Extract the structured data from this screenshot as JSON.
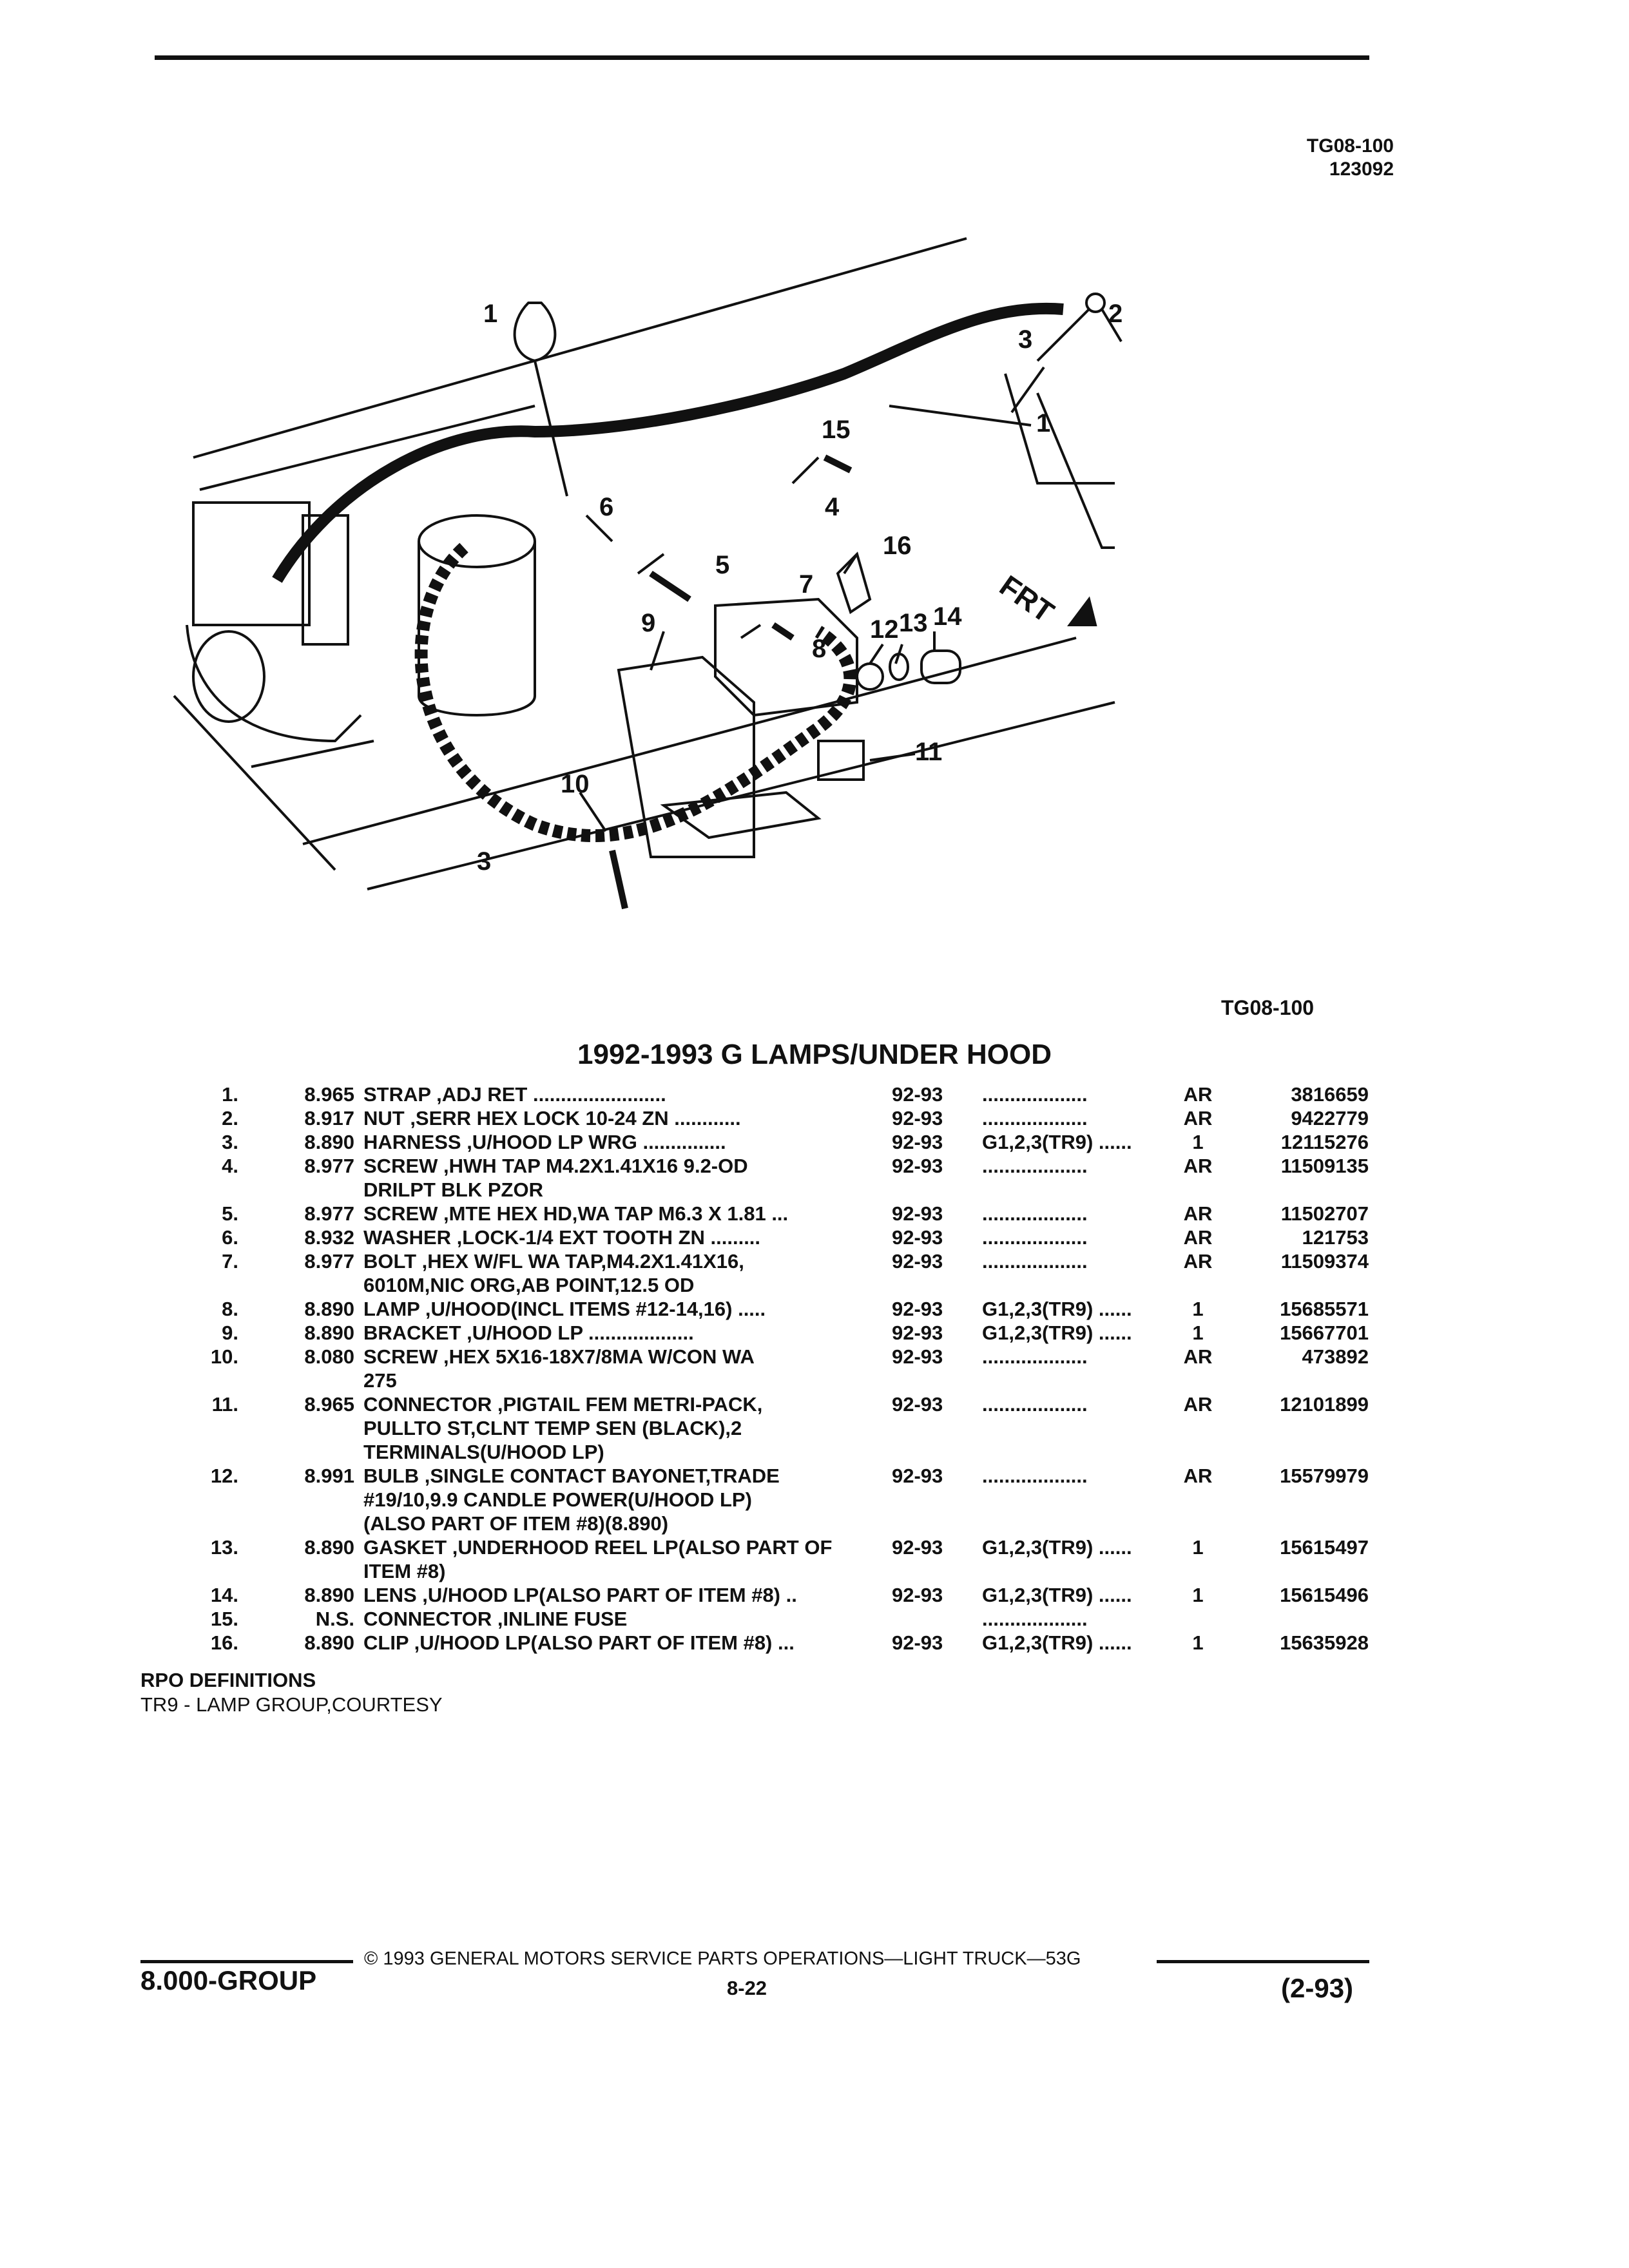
{
  "figure": {
    "code": "TG08-100",
    "date_code": "123092",
    "ref_label": "TG08-100",
    "direction_label": "FRT",
    "callouts": [
      "1",
      "1",
      "2",
      "3",
      "3",
      "4",
      "5",
      "6",
      "7",
      "8",
      "9",
      "10",
      "11",
      "12",
      "13",
      "14",
      "15",
      "16"
    ]
  },
  "title": "1992-1993 G LAMPS/UNDER HOOD",
  "parts": [
    {
      "num": "1.",
      "group": "8.965",
      "desc": "STRAP ,ADJ RET ........................",
      "years": "92-93",
      "models": "...................",
      "qty": "AR",
      "pn": "3816659"
    },
    {
      "num": "2.",
      "group": "8.917",
      "desc": "NUT ,SERR HEX LOCK 10-24 ZN ............",
      "years": "92-93",
      "models": "...................",
      "qty": "AR",
      "pn": "9422779"
    },
    {
      "num": "3.",
      "group": "8.890",
      "desc": "HARNESS ,U/HOOD LP WRG ...............",
      "years": "92-93",
      "models": "G1,2,3(TR9) ......",
      "qty": "1",
      "pn": "12115276"
    },
    {
      "num": "4.",
      "group": "8.977",
      "desc": "SCREW ,HWH TAP M4.2X1.41X16 9.2-OD\nDRILPT BLK PZOR",
      "years": "92-93",
      "models": "...................",
      "qty": "AR",
      "pn": "11509135"
    },
    {
      "num": "5.",
      "group": "8.977",
      "desc": "SCREW ,MTE HEX HD,WA TAP M6.3 X 1.81 ...",
      "years": "92-93",
      "models": "...................",
      "qty": "AR",
      "pn": "11502707"
    },
    {
      "num": "6.",
      "group": "8.932",
      "desc": "WASHER ,LOCK-1/4 EXT TOOTH ZN .........",
      "years": "92-93",
      "models": "...................",
      "qty": "AR",
      "pn": "121753"
    },
    {
      "num": "7.",
      "group": "8.977",
      "desc": "BOLT ,HEX W/FL WA TAP,M4.2X1.41X16,\n6010M,NIC ORG,AB POINT,12.5 OD",
      "years": "92-93",
      "models": "...................",
      "qty": "AR",
      "pn": "11509374"
    },
    {
      "num": "8.",
      "group": "8.890",
      "desc": "LAMP ,U/HOOD(INCL ITEMS #12-14,16) .....",
      "years": "92-93",
      "models": "G1,2,3(TR9) ......",
      "qty": "1",
      "pn": "15685571"
    },
    {
      "num": "9.",
      "group": "8.890",
      "desc": "BRACKET ,U/HOOD LP ...................",
      "years": "92-93",
      "models": "G1,2,3(TR9) ......",
      "qty": "1",
      "pn": "15667701"
    },
    {
      "num": "10.",
      "group": "8.080",
      "desc": "SCREW ,HEX 5X16-18X7/8MA W/CON WA\n275",
      "years": "92-93",
      "models": "...................",
      "qty": "AR",
      "pn": "473892"
    },
    {
      "num": "11.",
      "group": "8.965",
      "desc": "CONNECTOR ,PIGTAIL FEM METRI-PACK,\nPULLTO ST,CLNT TEMP SEN (BLACK),2\nTERMINALS(U/HOOD LP)",
      "years": "92-93",
      "models": "...................",
      "qty": "AR",
      "pn": "12101899"
    },
    {
      "num": "12.",
      "group": "8.991",
      "desc": "BULB ,SINGLE CONTACT BAYONET,TRADE\n#19/10,9.9 CANDLE POWER(U/HOOD LP)\n(ALSO PART OF ITEM #8)(8.890)",
      "years": "92-93",
      "models": "...................",
      "qty": "AR",
      "pn": "15579979"
    },
    {
      "num": "13.",
      "group": "8.890",
      "desc": "GASKET ,UNDERHOOD REEL LP(ALSO PART OF\nITEM #8)",
      "years": "92-93",
      "models": "G1,2,3(TR9) ......",
      "qty": "1",
      "pn": "15615497"
    },
    {
      "num": "14.",
      "group": "8.890",
      "desc": "LENS ,U/HOOD LP(ALSO PART OF ITEM #8) ..",
      "years": "92-93",
      "models": "G1,2,3(TR9) ......",
      "qty": "1",
      "pn": "15615496"
    },
    {
      "num": "15.",
      "group": "N.S.",
      "desc": "CONNECTOR ,INLINE FUSE",
      "years": "",
      "models": "...................",
      "qty": "",
      "pn": ""
    },
    {
      "num": "16.",
      "group": "8.890",
      "desc": "CLIP ,U/HOOD LP(ALSO PART OF ITEM #8) ...",
      "years": "92-93",
      "models": "G1,2,3(TR9) ......",
      "qty": "1",
      "pn": "15635928"
    }
  ],
  "rpo": {
    "heading": "RPO DEFINITIONS",
    "definition": "TR9 - LAMP GROUP,COURTESY"
  },
  "footer": {
    "copyright": "© 1993 GENERAL MOTORS SERVICE PARTS OPERATIONS—LIGHT TRUCK—53G",
    "group": "8.000-GROUP",
    "page": "8-22",
    "date": "(2-93)"
  }
}
